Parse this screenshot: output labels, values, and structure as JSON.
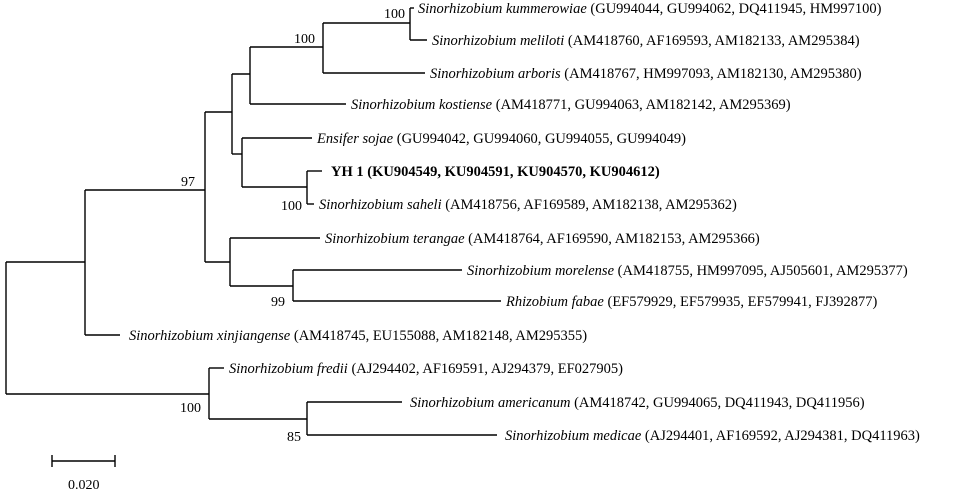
{
  "taxa": [
    {
      "id": "kummerowiae",
      "species": "Sinorhizobium kummerowiae",
      "accessions": "(GU994044, GU994062, DQ411945, HM997100)"
    },
    {
      "id": "meliloti",
      "species": "Sinorhizobium meliloti",
      "accessions": "(AM418760, AF169593, AM182133, AM295384)"
    },
    {
      "id": "arboris",
      "species": "Sinorhizobium arboris",
      "accessions": "(AM418767, HM997093, AM182130, AM295380)"
    },
    {
      "id": "kostiense",
      "species": "Sinorhizobium kostiense",
      "accessions": "(AM418771, GU994063, AM182142, AM295369)"
    },
    {
      "id": "sojae",
      "species": "Ensifer sojae",
      "accessions": "(GU994042, GU994060, GU994055, GU994049)"
    },
    {
      "id": "yh1",
      "species": "YH 1",
      "accessions": "(KU904549, KU904591, KU904570, KU904612)"
    },
    {
      "id": "saheli",
      "species": "Sinorhizobium saheli",
      "accessions": "(AM418756, AF169589, AM182138, AM295362)"
    },
    {
      "id": "terangae",
      "species": "Sinorhizobium terangae",
      "accessions": "(AM418764, AF169590, AM182153, AM295366)"
    },
    {
      "id": "morelense",
      "species": "Sinorhizobium morelense",
      "accessions": "(AM418755, HM997095, AJ505601, AM295377)"
    },
    {
      "id": "fabae",
      "species": "Rhizobium fabae",
      "accessions": "(EF579929, EF579935, EF579941, FJ392877)"
    },
    {
      "id": "xinjiangense",
      "species": "Sinorhizobium xinjiangense",
      "accessions": "(AM418745, EU155088, AM182148, AM295355)"
    },
    {
      "id": "fredii",
      "species": "Sinorhizobium fredii",
      "accessions": "(AJ294402, AF169591, AJ294379, EF027905)"
    },
    {
      "id": "americanum",
      "species": "Sinorhizobium americanum",
      "accessions": "(AM418742, GU994065, DQ411943, DQ411956)"
    },
    {
      "id": "medicae",
      "species": "Sinorhizobium medicae",
      "accessions": "(AJ294401, AF169592, AJ294381, DQ411963)"
    }
  ],
  "bootstrap": {
    "kummerowiae_meliloti": "100",
    "meliloti_clade": "100",
    "main_clade": "97",
    "yh1_saheli": "100",
    "morelense_fabae": "99",
    "fredii_clade": "100",
    "americanum_medicae": "85"
  },
  "scale_bar": {
    "label": "0.020",
    "value": 0.02
  }
}
